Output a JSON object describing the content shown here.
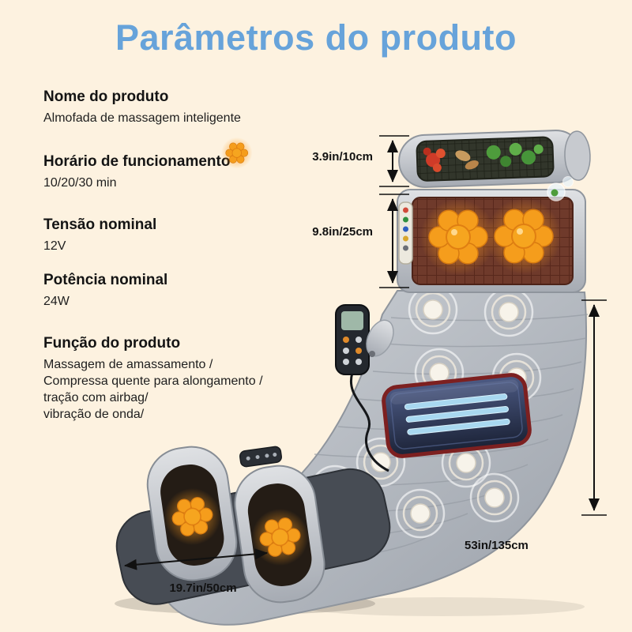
{
  "page": {
    "title": "Parâmetros do produto",
    "bg_color": "#fdf2e0",
    "title_color": "#67a3da"
  },
  "specs": [
    {
      "label": "Nome do produto",
      "value": "Almofada de massagem inteligente"
    },
    {
      "label": "Horário de funcionamento",
      "value": "10/20/30 min"
    },
    {
      "label": "Tensão nominal",
      "value": "12V"
    },
    {
      "label": "Potência nominal",
      "value": "24W"
    },
    {
      "label": "Função do produto",
      "value": "Massagem de amassamento /\nCompressa quente para alongamento /\ntração com airbag/\n vibração de onda/"
    }
  ],
  "dimensions": {
    "pillow_height": "3.9in/10cm",
    "back_section": "9.8in/25cm",
    "length": "53in/135cm",
    "width": "19.7in/50cm"
  },
  "illustration": {
    "accent_orange": "#f6a51f",
    "mat_gray": "#aeb3ba",
    "airbag_navy": "#2a3550",
    "airbag_trim_red": "#7d2020"
  }
}
